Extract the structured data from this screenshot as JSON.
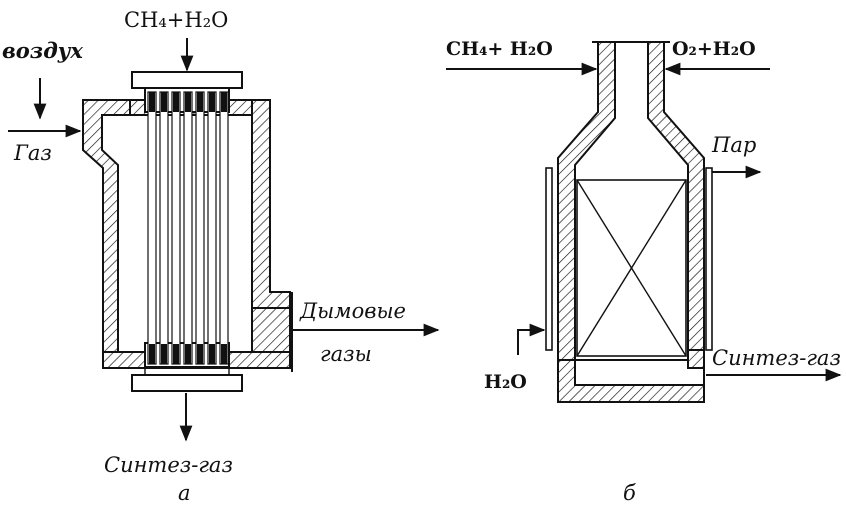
{
  "diagram_a": {
    "inlet_top": "CH₄+H₂O",
    "air_label": "воздух",
    "gas_label": "Газ",
    "flue_gas_line1": "Дымовые",
    "flue_gas_line2": "газы",
    "outlet_label": "Синтез-газ",
    "caption": "а"
  },
  "diagram_b": {
    "inlet_left": "CH₄+ H₂O",
    "inlet_right": "O₂+H₂O",
    "steam_label": "Пар",
    "water_label": "H₂O",
    "outlet_label": "Синтез-газ",
    "caption": "б"
  }
}
